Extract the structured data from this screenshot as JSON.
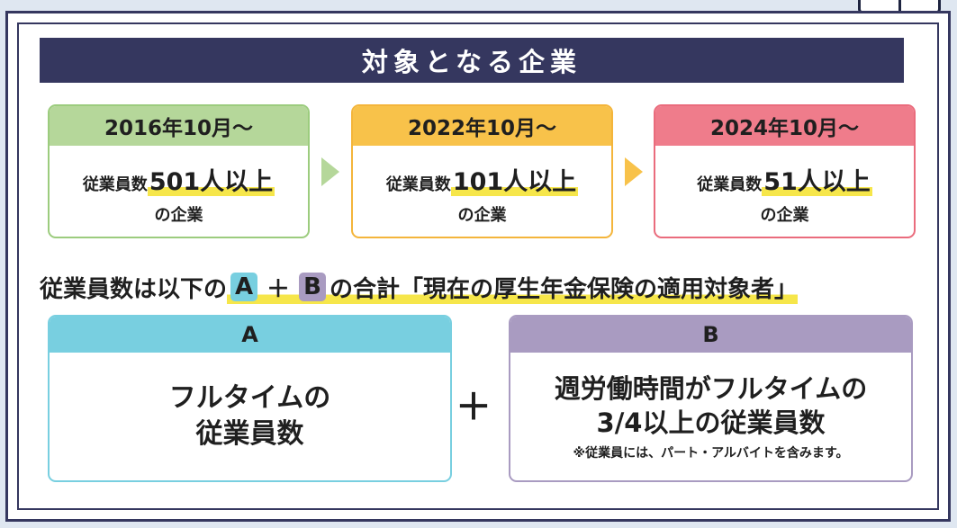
{
  "title": "対象となる企業",
  "colors": {
    "navy": "#35375f",
    "green_head": "#b5d79a",
    "green_border": "#9ccc7e",
    "orange_head": "#f8c24a",
    "orange_border": "#f4b53b",
    "pink_head": "#ef7c8b",
    "pink_border": "#ea6c7d",
    "cyan": "#78cfe0",
    "purple": "#a99bc1",
    "highlight": "#f6e64a"
  },
  "periods": [
    {
      "date": "2016年10月〜",
      "prefix": "従業員数",
      "highlight": "501人以上",
      "suffix": "の企業"
    },
    {
      "date": "2022年10月〜",
      "prefix": "従業員数",
      "highlight": "101人以上",
      "suffix": "の企業"
    },
    {
      "date": "2024年10月〜",
      "prefix": "従業員数",
      "highlight": "51人以上",
      "suffix": "の企業"
    }
  ],
  "sentence": {
    "prefix": "従業員数は以下の",
    "tag_a": "A",
    "plus": "＋",
    "tag_b": "B",
    "suffix": "の合計「現在の厚生年金保険の適用対象者」"
  },
  "box_a": {
    "label": "A",
    "line1": "フルタイムの",
    "line2": "従業員数"
  },
  "plus": "＋",
  "box_b": {
    "label": "B",
    "line1": "週労働時間がフルタイムの",
    "line2": "3/4以上の従業員数",
    "note": "※従業員には、パート・アルバイトを含みます。"
  }
}
